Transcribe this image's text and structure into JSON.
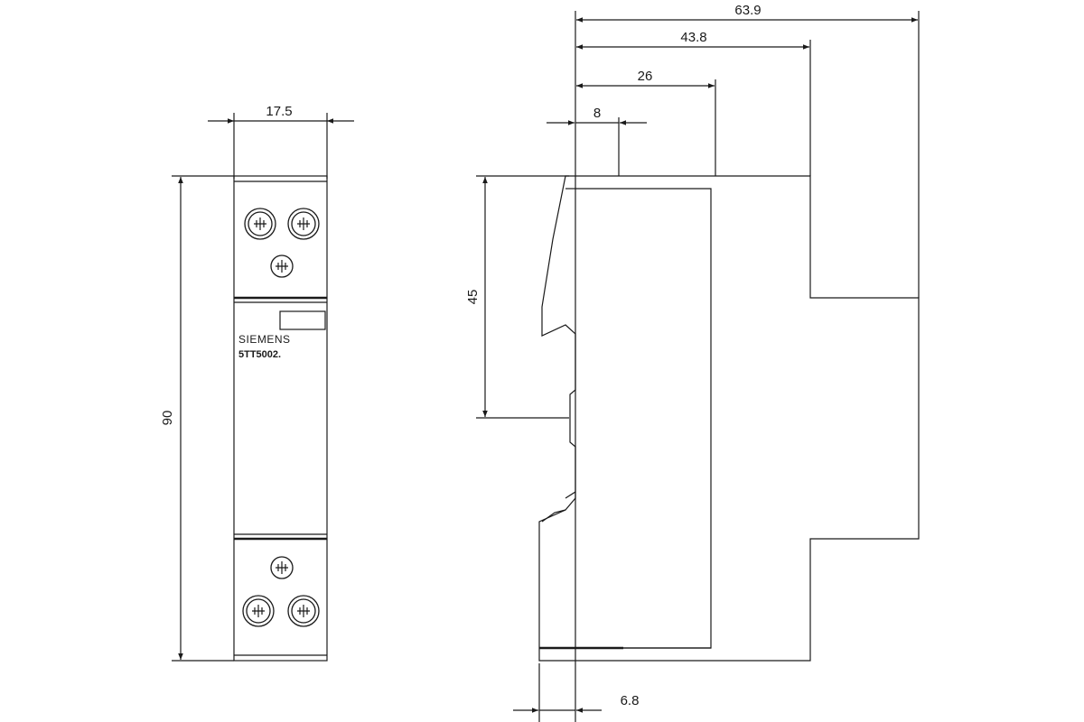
{
  "front_view": {
    "width_label": "17.5",
    "height_label": "90",
    "brand": "SIEMENS",
    "model": "5TT5002."
  },
  "side_view": {
    "overall_depth_label": "63.9",
    "depth_2_label": "43.8",
    "depth_3_label": "26",
    "depth_4_label": "8",
    "rail_height_label": "45",
    "rail_offset_label": "6.8"
  }
}
